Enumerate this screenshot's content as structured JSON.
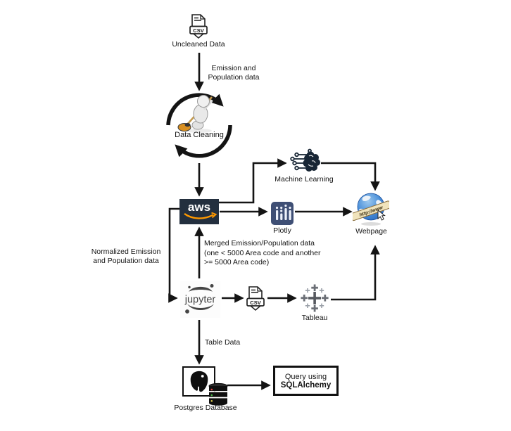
{
  "diagram": {
    "nodes": {
      "uncleaned_data": {
        "label": "Uncleaned Data",
        "badge": "CSV"
      },
      "data_cleaning": {
        "label": "Data Cleaning"
      },
      "aws": {
        "logo": "aws"
      },
      "machine_learning": {
        "label": "Machine Learning"
      },
      "plotly": {
        "label": "Plotly"
      },
      "webpage": {
        "label": "Webpage",
        "banner": "http://www"
      },
      "jupyter": {
        "logo": "jupyter"
      },
      "csv_export": {
        "badge": "CSV"
      },
      "tableau": {
        "label": "Tableau"
      },
      "postgres": {
        "label": "Postgres Database"
      },
      "query": {
        "line1": "Query using",
        "line2": "SQLAlchemy"
      }
    },
    "edge_labels": {
      "emission": "Emission and\nPopulation data",
      "normalized": "Normalized Emission\nand Population data",
      "merged": "Merged Emission/Population data\n(one < 5000 Area code and another\n>= 5000 Area code)",
      "table_data": "Table Data"
    },
    "colors": {
      "ink": "#141414",
      "line": "#141414",
      "aws_bg": "#232f3e",
      "aws_smile": "#ff9900",
      "plotly_bg": "#3f4f75",
      "ml_ink": "#182635",
      "jupyter_ink": "#454545",
      "tableau_ink": "#55585e",
      "globe_blue": "#2d6cc0"
    }
  }
}
